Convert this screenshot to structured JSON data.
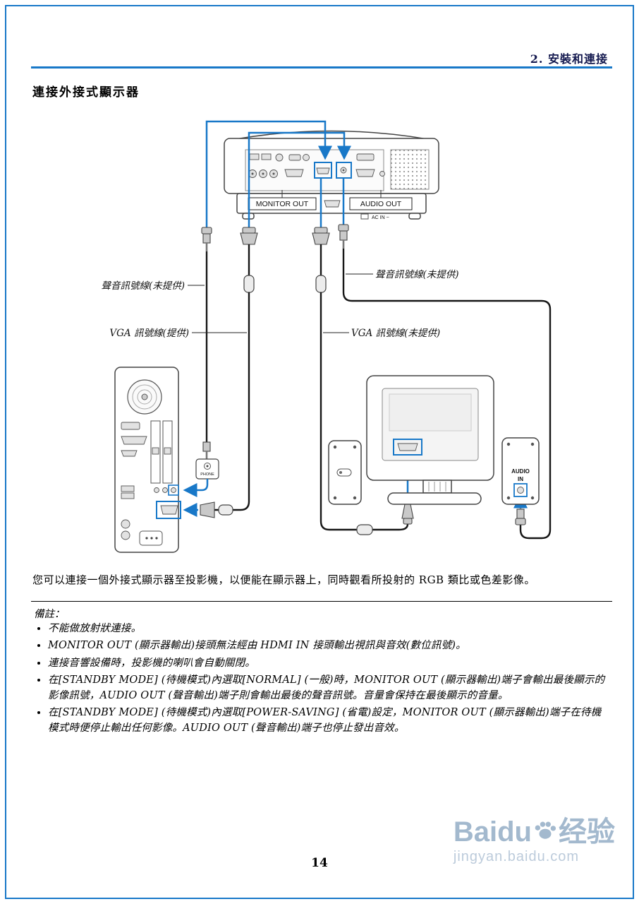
{
  "colors": {
    "accent_blue": "#1878c8"
  },
  "header": {
    "chapter": "2. 安裝和連接"
  },
  "section_title": "連接外接式顯示器",
  "diagram": {
    "projector": {
      "monitor_out_label": "MONITOR OUT",
      "audio_out_label": "AUDIO OUT",
      "ac_in_label": "AC IN ~"
    },
    "computer": {
      "phone_label": "PHONE"
    },
    "monitor": {
      "audio_in_line1": "AUDIO",
      "audio_in_line2": "IN"
    },
    "cable_labels": {
      "audio_left": "聲音訊號線(未提供)",
      "vga_left": "VGA 訊號線(提供)",
      "audio_right": "聲音訊號線(未提供)",
      "vga_right": "VGA 訊號線(未提供)"
    }
  },
  "body": {
    "intro": "您可以連接一個外接式顯示器至投影機，以便能在顯示器上，同時觀看所投射的 RGB 類比或色差影像。"
  },
  "notes": {
    "title": "備註：",
    "items": [
      "不能做放射狀連接。",
      "MONITOR OUT (顯示器輸出)接頭無法經由 HDMI IN 接頭輸出視訊與音效(數位訊號)。",
      "連接音響設備時，投影機的喇叭會自動關閉。",
      "在[STANDBY MODE] (待機模式)內選取[NORMAL] (一般)時，MONITOR OUT (顯示器輸出)端子會輸出最後顯示的影像訊號，AUDIO OUT (聲音輸出)端子則會輸出最後的聲音訊號。音量會保持在最後顯示的音量。",
      "在[STANDBY MODE] (待機模式)內選取[POWER-SAVING] (省電)設定，MONITOR OUT (顯示器輸出)端子在待機模式時便停止輸出任何影像。AUDIO OUT (聲音輸出)端子也停止發出音效。"
    ]
  },
  "footer": {
    "page_number": "14"
  },
  "watermark": {
    "brand_latin": "Baidu",
    "brand_cjk": "经验",
    "url": "jingyan.baidu.com"
  }
}
